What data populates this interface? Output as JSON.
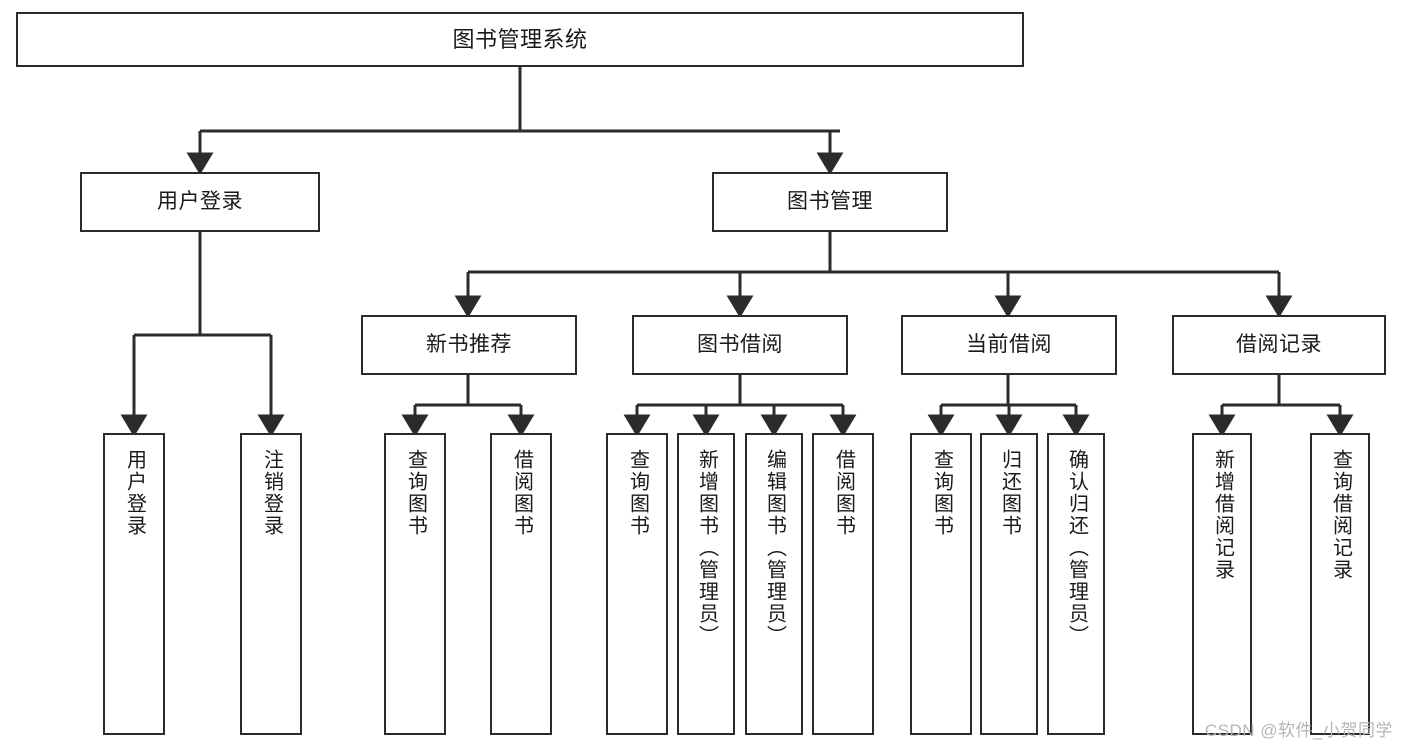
{
  "diagram": {
    "title": "图书管理系统",
    "type": "tree-hierarchy-chart",
    "stroke_color": "#2b2b2b",
    "fill_color": "#ffffff",
    "text_color": "#1a1a1a",
    "watermark": "CSDN @软件_小贺同学",
    "nodes": {
      "root": {
        "label": "图书管理系统"
      },
      "level2": [
        {
          "label": "用户登录"
        },
        {
          "label": "图书管理"
        }
      ],
      "level3": [
        {
          "label": "新书推荐"
        },
        {
          "label": "图书借阅"
        },
        {
          "label": "当前借阅"
        },
        {
          "label": "借阅记录"
        }
      ],
      "login_children": [
        {
          "label": "用户登录"
        },
        {
          "label": "注销登录"
        }
      ],
      "recommend_children": [
        {
          "label": "查询图书"
        },
        {
          "label": "借阅图书"
        }
      ],
      "borrow_children": [
        {
          "label": "查询图书"
        },
        {
          "label": "新增图书（管理员）"
        },
        {
          "label": "编辑图书（管理员）"
        },
        {
          "label": "借阅图书"
        }
      ],
      "current_children": [
        {
          "label": "查询图书"
        },
        {
          "label": "归还图书"
        },
        {
          "label": "确认归还（管理员）"
        }
      ],
      "record_children": [
        {
          "label": "新增借阅记录"
        },
        {
          "label": "查询借阅记录"
        }
      ]
    }
  }
}
